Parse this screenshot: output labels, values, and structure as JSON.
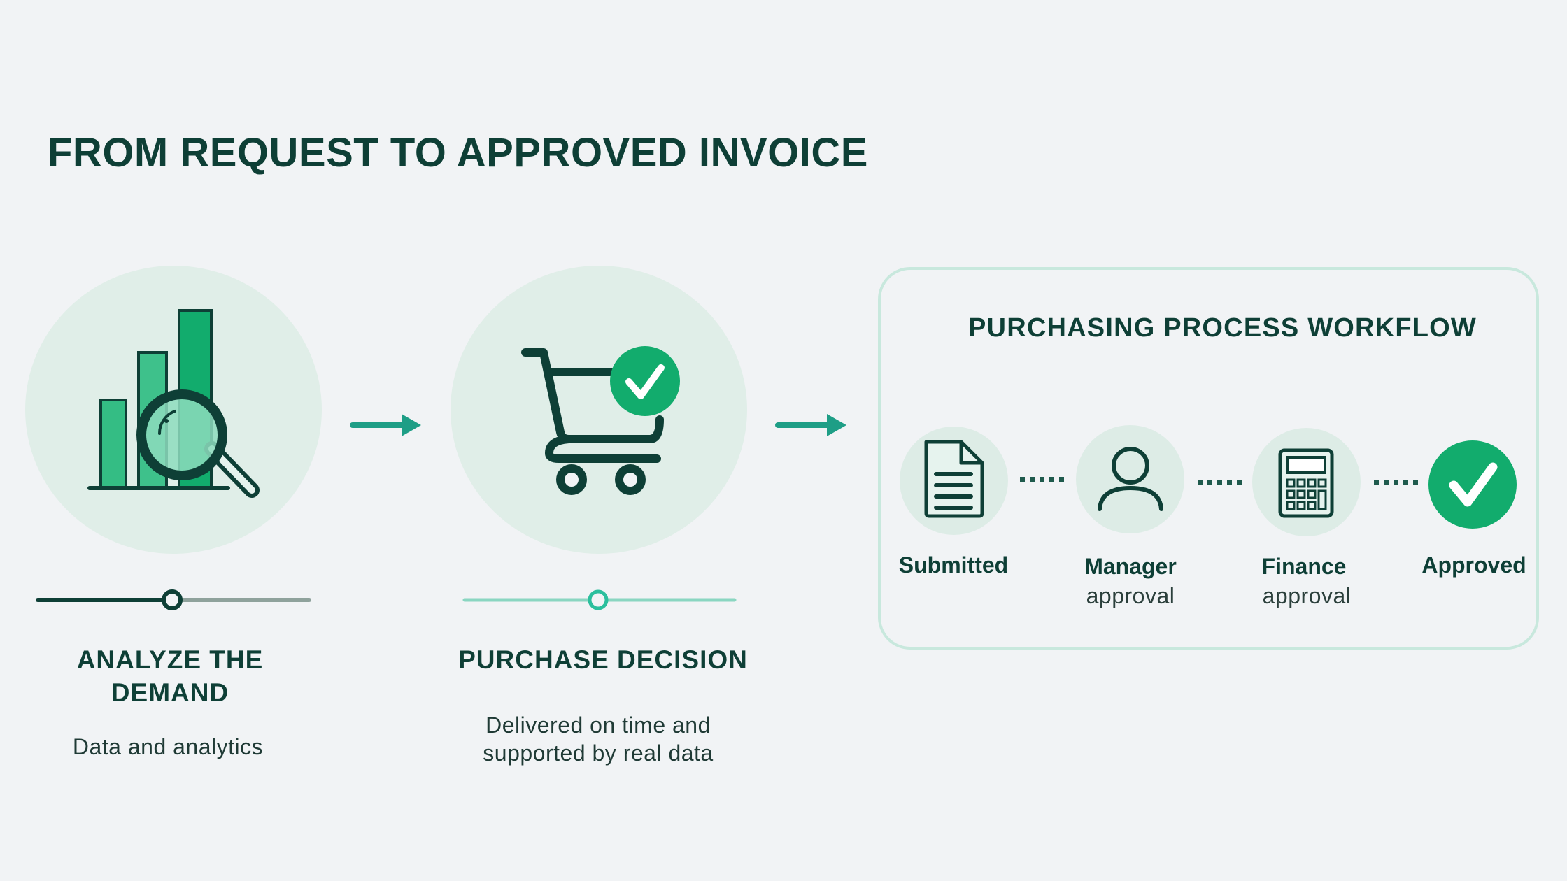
{
  "title": "FROM REQUEST TO APPROVED INVOICE",
  "stages": [
    {
      "heading_line1": "ANALYZE THE",
      "heading_line2": "DEMAND",
      "subtitle": "Data and analytics",
      "icon": "bar-chart-magnifier-icon"
    },
    {
      "heading": "PURCHASE DECISION",
      "subtitle_line1": "Delivered on time and",
      "subtitle_line2": "supported by real data",
      "icon": "shopping-cart-check-icon"
    }
  ],
  "workflow": {
    "title": "PURCHASING PROCESS WORKFLOW",
    "steps": [
      {
        "label": "Submitted",
        "sub": "",
        "icon": "document-icon"
      },
      {
        "label": "Manager",
        "sub": "approval",
        "icon": "user-icon"
      },
      {
        "label": "Finance",
        "sub": "approval",
        "icon": "calculator-icon"
      },
      {
        "label": "Approved",
        "sub": "",
        "icon": "check-circle-icon"
      }
    ]
  },
  "colors": {
    "dark": "#0e3f36",
    "accent": "#12ac6d",
    "teal": "#1e9e86",
    "light_circle": "#e0eee8",
    "panel_border": "#c8e8dd"
  }
}
